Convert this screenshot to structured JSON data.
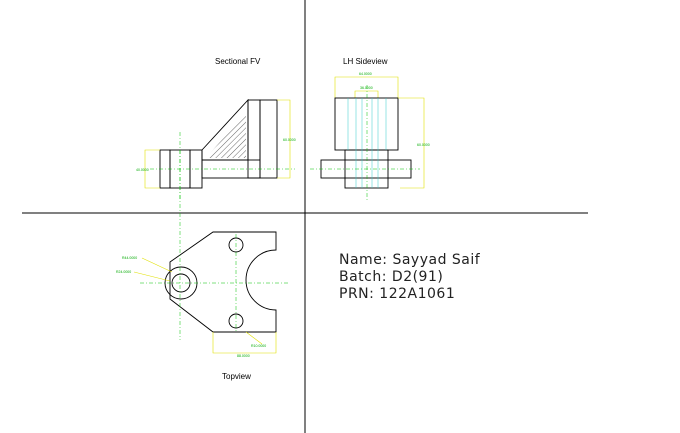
{
  "views": {
    "sectional_fv": "Sectional FV",
    "lh_sideview": "LH Sideview",
    "topview": "Topview"
  },
  "info": {
    "name": "Name: Sayyad Saif",
    "batch": "Batch: D2(91)",
    "prn": "PRN: 122A1061"
  },
  "dims": {
    "fv_height": "60.0000",
    "fv_base": "40.0000",
    "side_top": "64.0000",
    "side_inner": "36.0000",
    "side_height": "60.0000",
    "top_r1": "R44.0000",
    "top_r2": "R24.0000",
    "top_r3": "R10.0000",
    "top_len": "88.0000"
  },
  "colors": {
    "object": "#000000",
    "center": "#00c000",
    "dimension": "#e0e000",
    "hidden": "#33cccc"
  }
}
